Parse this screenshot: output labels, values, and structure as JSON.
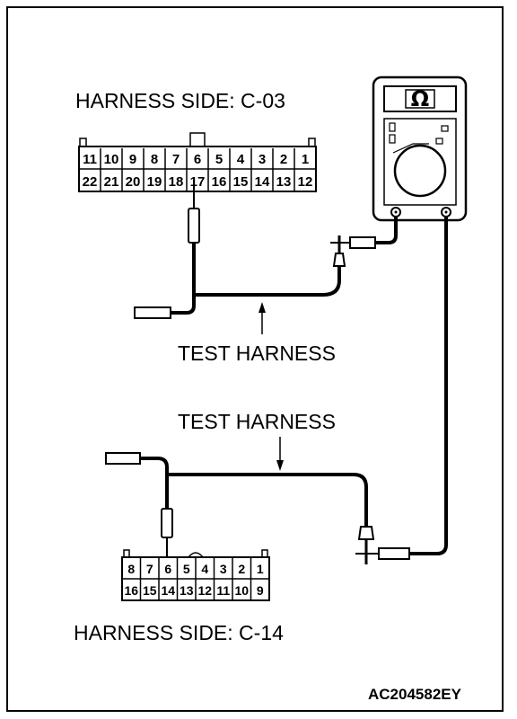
{
  "labels": {
    "harness_side_top": "HARNESS SIDE: C-03",
    "harness_side_bottom": "HARNESS SIDE: C-14",
    "test_harness_upper": "TEST HARNESS",
    "test_harness_lower": "TEST HARNESS",
    "figure_code": "AC204582EY"
  },
  "meter": {
    "symbol": "Ω"
  },
  "connector_c03": {
    "row1": [
      "11",
      "10",
      "9",
      "8",
      "7",
      "6",
      "5",
      "4",
      "3",
      "2",
      "1"
    ],
    "row2": [
      "22",
      "21",
      "20",
      "19",
      "18",
      "17",
      "16",
      "15",
      "14",
      "13",
      "12"
    ]
  },
  "connector_c14": {
    "row1": [
      "8",
      "7",
      "6",
      "5",
      "4",
      "3",
      "2",
      "1"
    ],
    "row2": [
      "16",
      "15",
      "14",
      "13",
      "12",
      "11",
      "10",
      "9"
    ]
  }
}
